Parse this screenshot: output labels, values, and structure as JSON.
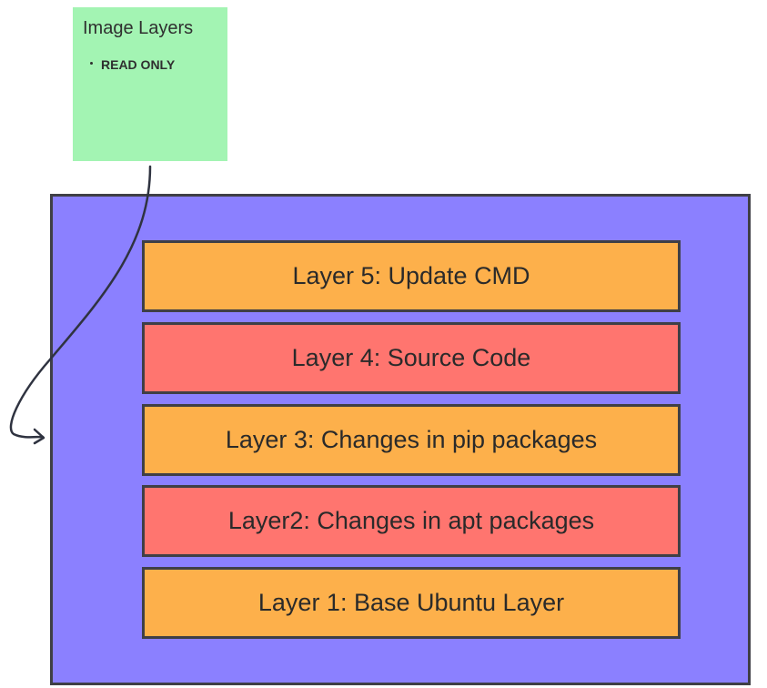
{
  "note": {
    "title": "Image Layers",
    "bullet": "READ ONLY"
  },
  "layers": [
    {
      "label": "Layer 5: Update CMD",
      "color": "#fdb04b"
    },
    {
      "label": "Layer 4: Source Code",
      "color": "#ff756f"
    },
    {
      "label": "Layer 3: Changes in pip packages",
      "color": "#fdb04b"
    },
    {
      "label": "Layer2: Changes in apt packages",
      "color": "#ff756f"
    },
    {
      "label": "Layer 1: Base Ubuntu Layer",
      "color": "#fdb04b"
    }
  ],
  "colors": {
    "note_bg": "#a3f4b3",
    "container_bg": "#8b80ff",
    "border": "#3f3f46"
  }
}
